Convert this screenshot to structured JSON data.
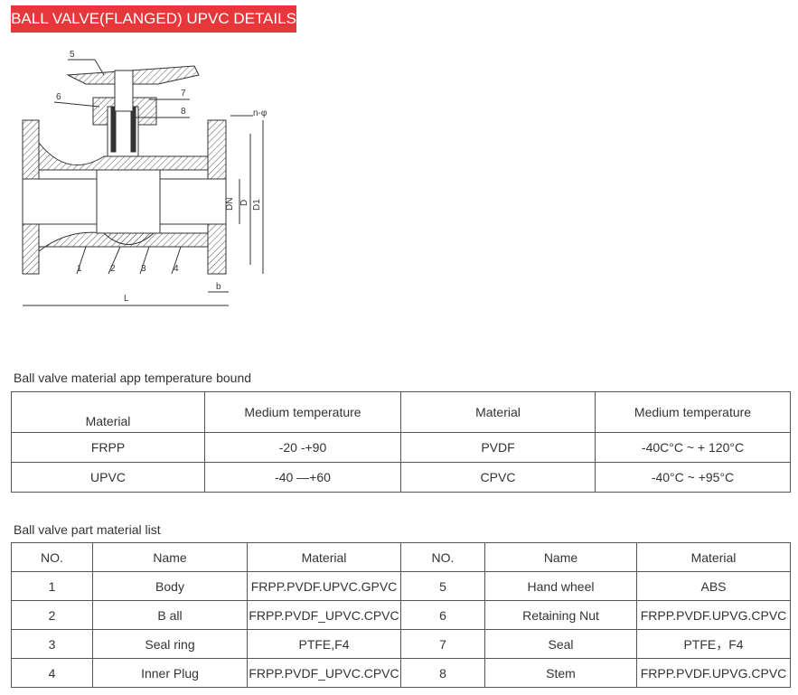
{
  "header": {
    "title": "BALL VALVE(FLANGED) UPVC DETAILS"
  },
  "diagram": {
    "labels": [
      "1",
      "2",
      "3",
      "4",
      "5",
      "6",
      "7",
      "8"
    ],
    "dims": {
      "holes": "n-φ",
      "dn": "DN",
      "d": "D",
      "d1": "D1",
      "l": "L",
      "b": "b"
    }
  },
  "temp_table": {
    "caption": "Ball valve material app temperature bound",
    "headers": [
      "Material",
      "Medium temperature",
      "Material",
      "Medium temperature"
    ],
    "rows": [
      [
        "FRPP",
        "-20 -+90",
        "PVDF",
        "-40C°C ~ + 120°C"
      ],
      [
        "UPVC",
        "-40 —+60",
        "CPVC",
        "-40°C ~ +95°C"
      ]
    ]
  },
  "parts_table": {
    "caption": "Ball valve part material list",
    "headers": [
      "NO.",
      "Name",
      "Material",
      "NO.",
      "Name",
      "Material"
    ],
    "rows": [
      [
        "1",
        "Body",
        "FRPP.PVDF.UPVC.GPVC",
        "5",
        "Hand wheel",
        "ABS"
      ],
      [
        "2",
        "B all",
        "FRPP.PVDF_UPVC.CPVC",
        "6",
        "Retaining Nut",
        "FRPP.PVDF.UPVG.CPVC"
      ],
      [
        "3",
        "Seal ring",
        "PTFE,F4",
        "7",
        "Seal",
        "PTFE，F4"
      ],
      [
        "4",
        "Inner Plug",
        "FRPP.PVDF_UPVC.CPVC",
        "8",
        "Stem",
        "FRPP.PVDF.UPVG.CPVC"
      ]
    ]
  }
}
